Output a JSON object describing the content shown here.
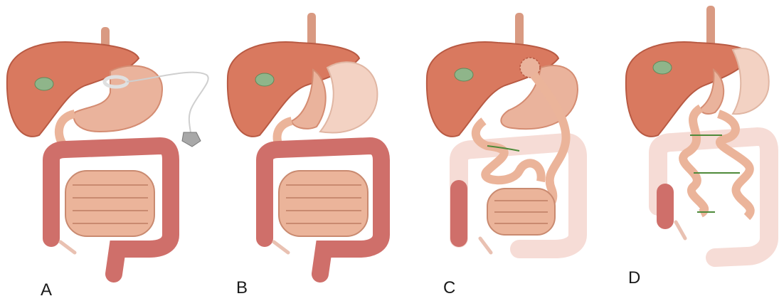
{
  "panels": [
    {
      "label": "A",
      "procedure": "adjustable-gastric-band"
    },
    {
      "label": "B",
      "procedure": "sleeve-gastrectomy"
    },
    {
      "label": "C",
      "procedure": "roux-en-y-gastric-bypass"
    },
    {
      "label": "D",
      "procedure": "biliopancreatic-diversion-duodenal-switch"
    }
  ],
  "colors": {
    "liver": "#d9795f",
    "liver_shade": "#b85a43",
    "stomach": "#eab39c",
    "stomach_shade": "#d48c72",
    "removed_stomach": "#f3d2c3",
    "gallbladder": "#8fb58a",
    "colon": "#cf6f6a",
    "colon_shade": "#a84f4b",
    "small_bowel": "#ebb49a",
    "small_bowel_shade": "#c98a70",
    "bypassed": "#f6dcd6",
    "bile_limb": "#4e8a3a",
    "esophagus": "#d99a82"
  }
}
